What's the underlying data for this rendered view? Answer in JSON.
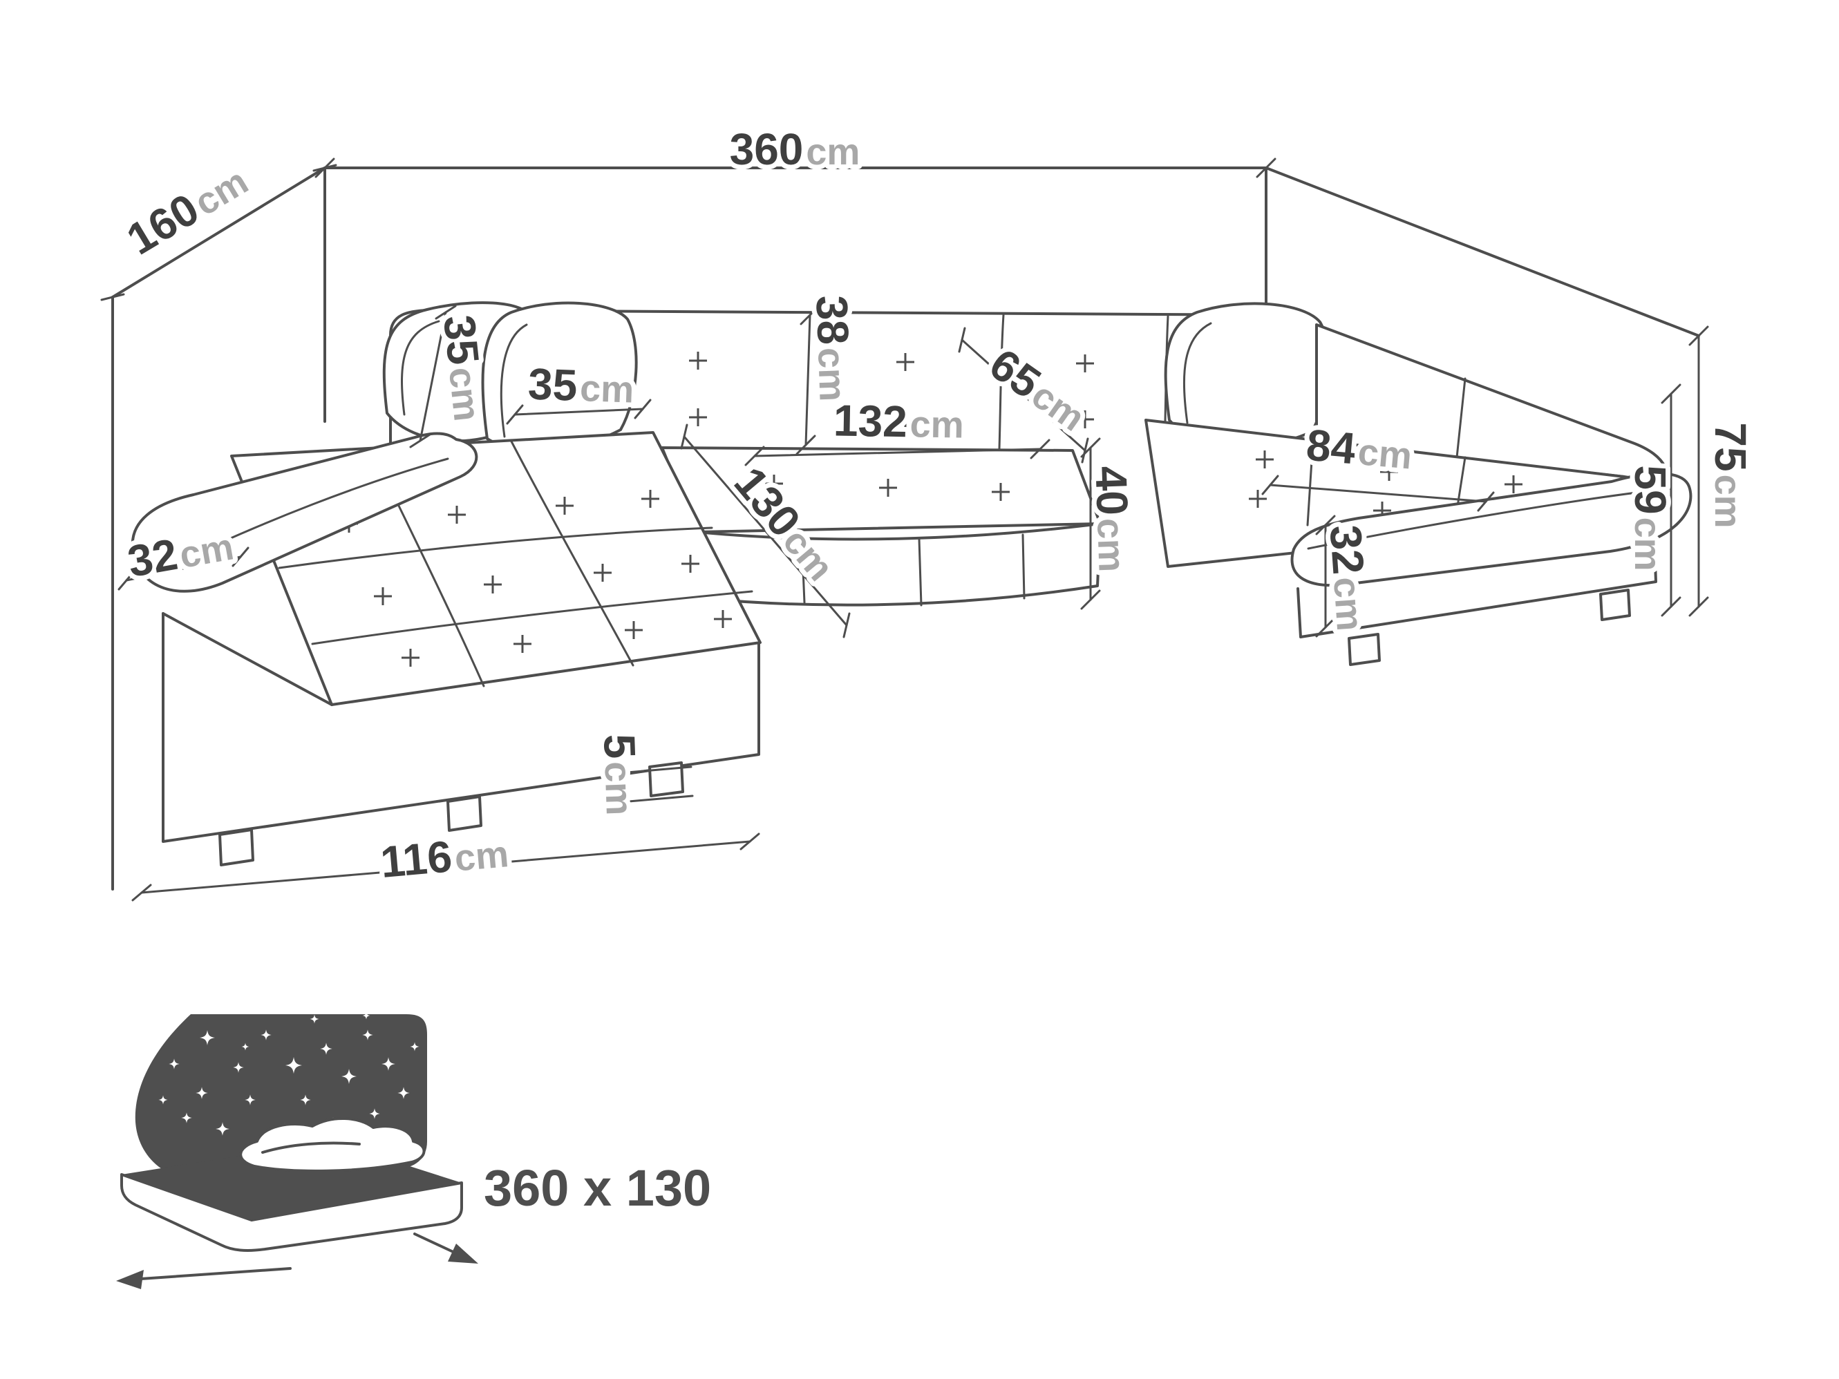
{
  "page": {
    "background": "#ffffff"
  },
  "colors": {
    "line": "#4d4d4d",
    "value_text": "#3f3f3f",
    "unit_text": "#a8a8a8",
    "icon_fill": "#4f4f4f"
  },
  "diagram": {
    "dims": {
      "total_width": {
        "value": "360",
        "unit": "cm"
      },
      "total_depth": {
        "value": "160",
        "unit": "cm"
      },
      "total_height": {
        "value": "75",
        "unit": "cm"
      },
      "armrest_height": {
        "value": "59",
        "unit": "cm"
      },
      "backrest_cushion_height": {
        "value": "38",
        "unit": "cm"
      },
      "pillow_height": {
        "value": "35",
        "unit": "cm"
      },
      "pillow_width": {
        "value": "35",
        "unit": "cm"
      },
      "seat_depth": {
        "value": "65",
        "unit": "cm"
      },
      "center_seat_width": {
        "value": "132",
        "unit": "cm"
      },
      "seat_height": {
        "value": "40",
        "unit": "cm"
      },
      "right_chaise_width": {
        "value": "84",
        "unit": "cm"
      },
      "left_armrest_width": {
        "value": "32",
        "unit": "cm"
      },
      "right_armrest_width": {
        "value": "32",
        "unit": "cm"
      },
      "left_chaise_length": {
        "value": "130",
        "unit": "cm"
      },
      "leg_height": {
        "value": "5",
        "unit": "cm"
      },
      "left_section_width": {
        "value": "116",
        "unit": "cm"
      }
    },
    "sleeping_area_label": "360 x 130"
  }
}
